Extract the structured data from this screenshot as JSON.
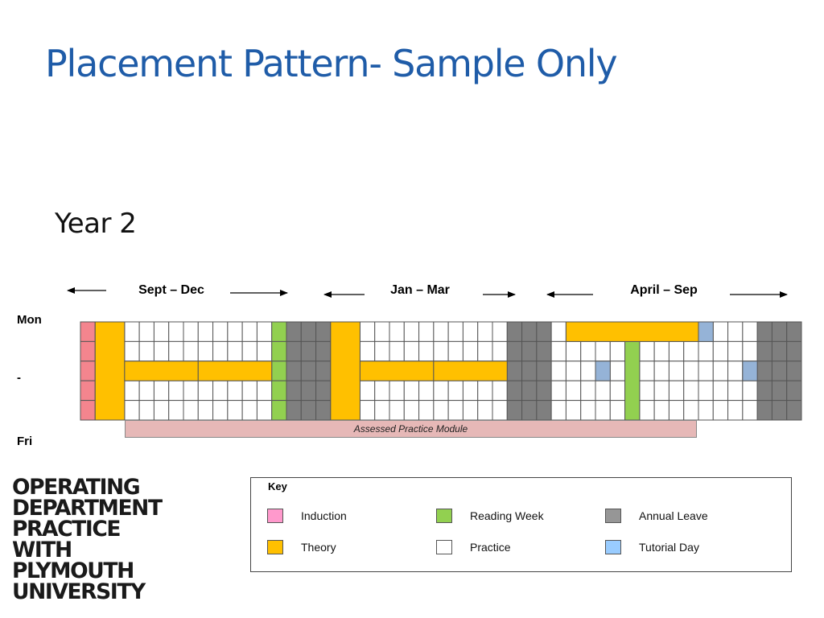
{
  "title": "Placement Pattern- Sample Only",
  "subtitle": "Year 2",
  "periods": [
    {
      "label": "Sept – Dec"
    },
    {
      "label": "Jan – Mar"
    },
    {
      "label": "April – Sep"
    }
  ],
  "day_labels": {
    "start": "Mon",
    "middle": "-",
    "end": "Fri"
  },
  "module_label": "Assessed Practice Module",
  "logo_lines": [
    "OPERATING",
    "DEPARTMENT",
    "PRACTICE",
    "WITH",
    "PLYMOUTH",
    "UNIVERSITY"
  ],
  "key": {
    "title": "Key",
    "items": [
      {
        "label": "Induction",
        "color": "#ff99cc"
      },
      {
        "label": "Reading Week",
        "color": "#92d050"
      },
      {
        "label": "Annual Leave",
        "color": "#969696"
      },
      {
        "label": "Theory",
        "color": "#ffc000"
      },
      {
        "label": "Practice",
        "color": "#ffffff"
      },
      {
        "label": "Tutorial Day",
        "color": "#99ccff"
      }
    ]
  },
  "colors": {
    "title": "#1f5ca8",
    "induction_cells": "#f4858e",
    "theory": "#ffc000",
    "reading_week": "#92d050",
    "annual_leave": "#7f7f7f",
    "tutorial_day": "#95b3d7",
    "module": "#e6b8b7"
  },
  "schedule": {
    "weeks": 49,
    "days": 5,
    "cell_weeks": [
      {
        "week": 1,
        "type": "induction"
      },
      {
        "week": 14,
        "type": "reading_week"
      },
      {
        "week": 15,
        "type": "annual_leave"
      },
      {
        "week": 16,
        "type": "annual_leave"
      },
      {
        "week": 17,
        "type": "annual_leave"
      },
      {
        "week": 30,
        "type": "annual_leave"
      },
      {
        "week": 31,
        "type": "annual_leave"
      },
      {
        "week": 32,
        "type": "annual_leave"
      },
      {
        "week": 47,
        "type": "annual_leave"
      },
      {
        "week": 48,
        "type": "annual_leave"
      },
      {
        "week": 49,
        "type": "annual_leave"
      }
    ],
    "column_blocks": [
      {
        "type": "theory",
        "from_week": 2,
        "to_week": 3
      },
      {
        "type": "theory",
        "from_week": 18,
        "to_week": 19
      },
      {
        "type": "reading_week",
        "from_week": 38,
        "to_week": 38,
        "from_day": 2,
        "to_day": 5
      }
    ],
    "row_blocks": [
      {
        "type": "theory",
        "day": 3,
        "from_week": 4,
        "to_week": 13,
        "segments": 2
      },
      {
        "type": "theory",
        "day": 3,
        "from_week": 20,
        "to_week": 29,
        "segments": 2
      },
      {
        "type": "theory",
        "day": 1,
        "from_week": 34,
        "to_week": 42,
        "segments": 1
      }
    ],
    "single_cells": [
      {
        "type": "tutorial_day",
        "week": 43,
        "day": 1
      },
      {
        "type": "tutorial_day",
        "week": 36,
        "day": 3
      },
      {
        "type": "tutorial_day",
        "week": 46,
        "day": 3
      }
    ]
  }
}
